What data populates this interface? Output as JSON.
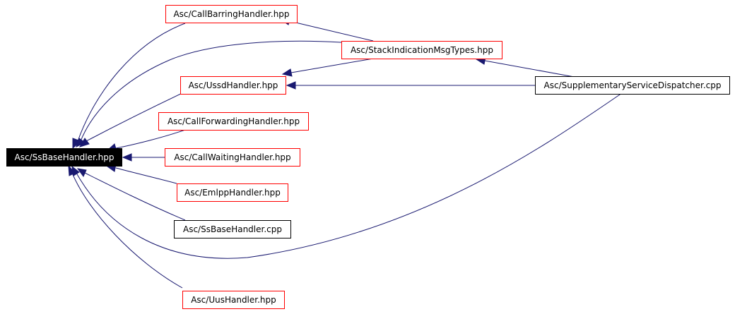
{
  "colors": {
    "edge": "#191970",
    "incomplete_border": "#ff0000",
    "complete_border": "#000000",
    "root_fill": "#000000",
    "root_text": "#ffffff"
  },
  "nodes": {
    "ss_base_handler_hpp": "Asc/SsBaseHandler.hpp",
    "call_barring_handler_hpp": "Asc/CallBarringHandler.hpp",
    "stack_indication_msg_types_hpp": "Asc/StackIndicationMsgTypes.hpp",
    "ussd_handler_hpp": "Asc/UssdHandler.hpp",
    "supplementary_service_dispatcher_cpp": "Asc/SupplementaryServiceDispatcher.cpp",
    "call_forwarding_handler_hpp": "Asc/CallForwardingHandler.hpp",
    "call_waiting_handler_hpp": "Asc/CallWaitingHandler.hpp",
    "emlpp_handler_hpp": "Asc/EmlppHandler.hpp",
    "ss_base_handler_cpp": "Asc/SsBaseHandler.cpp",
    "uus_handler_hpp": "Asc/UusHandler.hpp"
  },
  "edges": [
    {
      "from": "call_barring_handler_hpp",
      "to": "ss_base_handler_hpp"
    },
    {
      "from": "stack_indication_msg_types_hpp",
      "to": "ss_base_handler_hpp"
    },
    {
      "from": "ussd_handler_hpp",
      "to": "ss_base_handler_hpp"
    },
    {
      "from": "call_forwarding_handler_hpp",
      "to": "ss_base_handler_hpp"
    },
    {
      "from": "call_waiting_handler_hpp",
      "to": "ss_base_handler_hpp"
    },
    {
      "from": "emlpp_handler_hpp",
      "to": "ss_base_handler_hpp"
    },
    {
      "from": "ss_base_handler_cpp",
      "to": "ss_base_handler_hpp"
    },
    {
      "from": "supplementary_service_dispatcher_cpp",
      "to": "ss_base_handler_hpp"
    },
    {
      "from": "uus_handler_hpp",
      "to": "ss_base_handler_hpp"
    },
    {
      "from": "stack_indication_msg_types_hpp",
      "to": "call_barring_handler_hpp"
    },
    {
      "from": "stack_indication_msg_types_hpp",
      "to": "ussd_handler_hpp"
    },
    {
      "from": "supplementary_service_dispatcher_cpp",
      "to": "ussd_handler_hpp"
    },
    {
      "from": "supplementary_service_dispatcher_cpp",
      "to": "stack_indication_msg_types_hpp"
    }
  ]
}
